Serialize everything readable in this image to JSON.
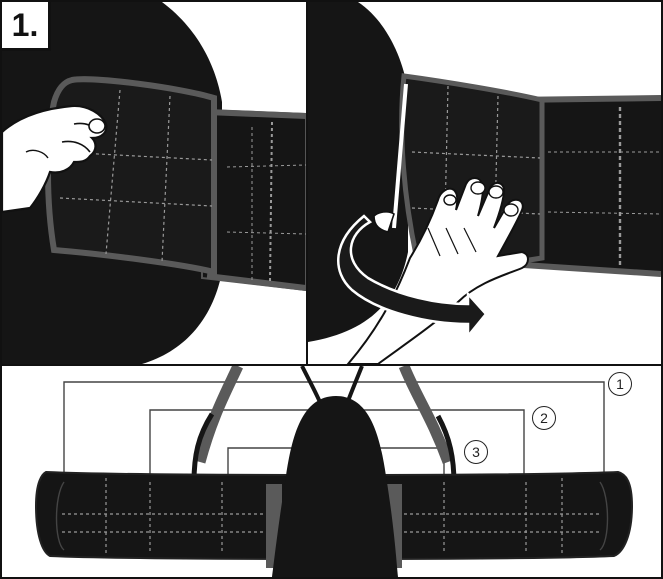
{
  "step_label": "1.",
  "markers": [
    "1",
    "2",
    "3"
  ],
  "colors": {
    "belt": "#151515",
    "edging": "#5a5a5a",
    "stitch": "#9a9a9a",
    "outline": "#111111",
    "skin": "#ffffff"
  },
  "icons": [
    "hand-icon",
    "rotation-arrow-icon",
    "belt-illustration",
    "torso-silhouette"
  ]
}
